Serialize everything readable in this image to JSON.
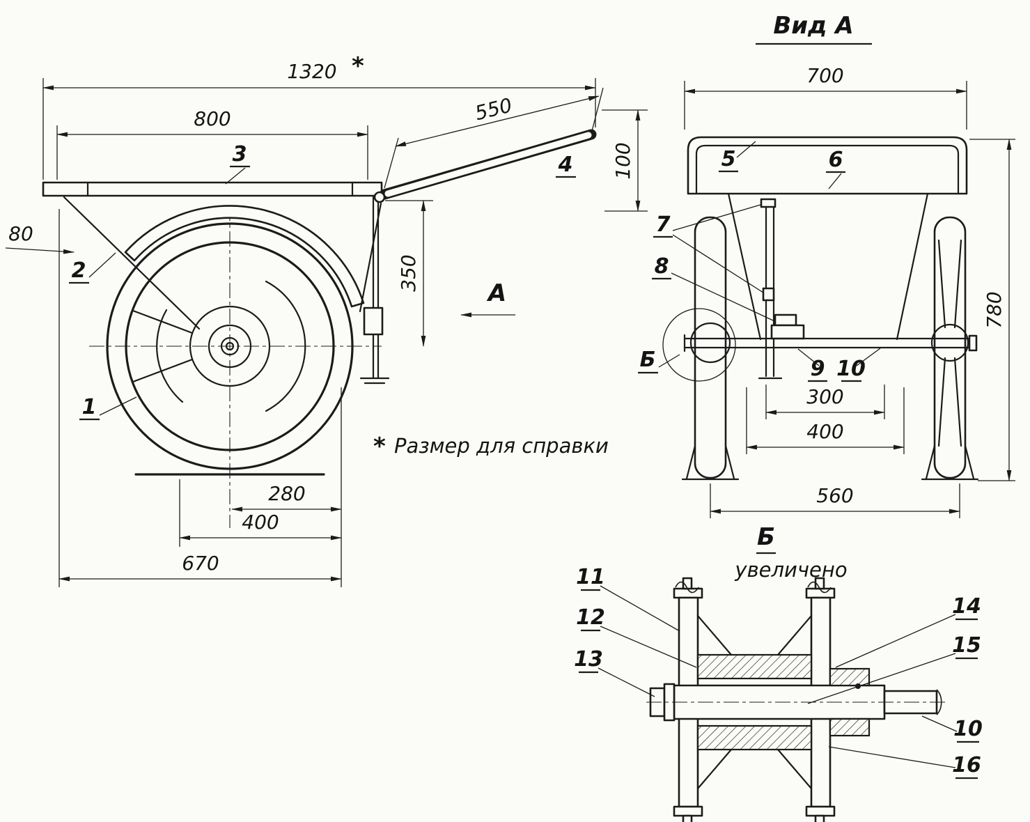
{
  "side": {
    "d1320": "1320",
    "star": "*",
    "d800": "800",
    "d550": "550",
    "d100": "100",
    "d350": "350",
    "d80": "80",
    "d280": "280",
    "d400": "400",
    "d670": "670",
    "p1": "1",
    "p2": "2",
    "p3": "3",
    "p4": "4",
    "view_arrow_label": "А"
  },
  "front": {
    "title": "Вид А",
    "d700": "700",
    "d780": "780",
    "d300": "300",
    "d400": "400",
    "d560": "560",
    "p5": "5",
    "p6": "6",
    "p7": "7",
    "p8": "8",
    "p9": "9",
    "p10": "10",
    "section_label": "Б"
  },
  "detail": {
    "title": "Б",
    "subtitle": "увеличено",
    "p11": "11",
    "p12": "12",
    "p13": "13",
    "p14": "14",
    "p15": "15",
    "p16": "16",
    "p10": "10"
  },
  "note": {
    "star": "*",
    "text": "Размер для справки"
  }
}
